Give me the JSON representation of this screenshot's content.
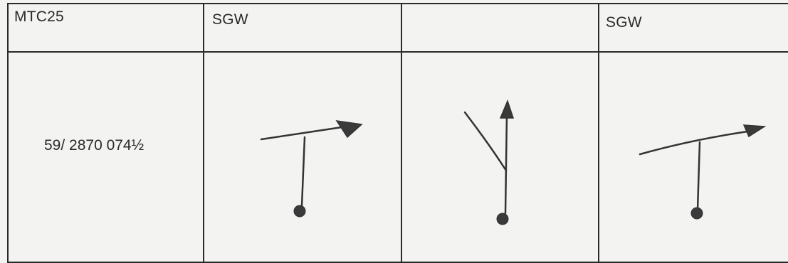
{
  "table": {
    "header": [
      "MTC25",
      "SGW",
      "",
      "SGW"
    ],
    "row": {
      "reference": "59/ 2870 074½"
    }
  },
  "sketches": [
    {
      "column": 2,
      "shape": "T with dot base and arrow pointing right"
    },
    {
      "column": 3,
      "shape": "vertical line with dot base, arrow up, diagonal branch"
    },
    {
      "column": 4,
      "shape": "T with dot base and arrow pointing right"
    }
  ]
}
